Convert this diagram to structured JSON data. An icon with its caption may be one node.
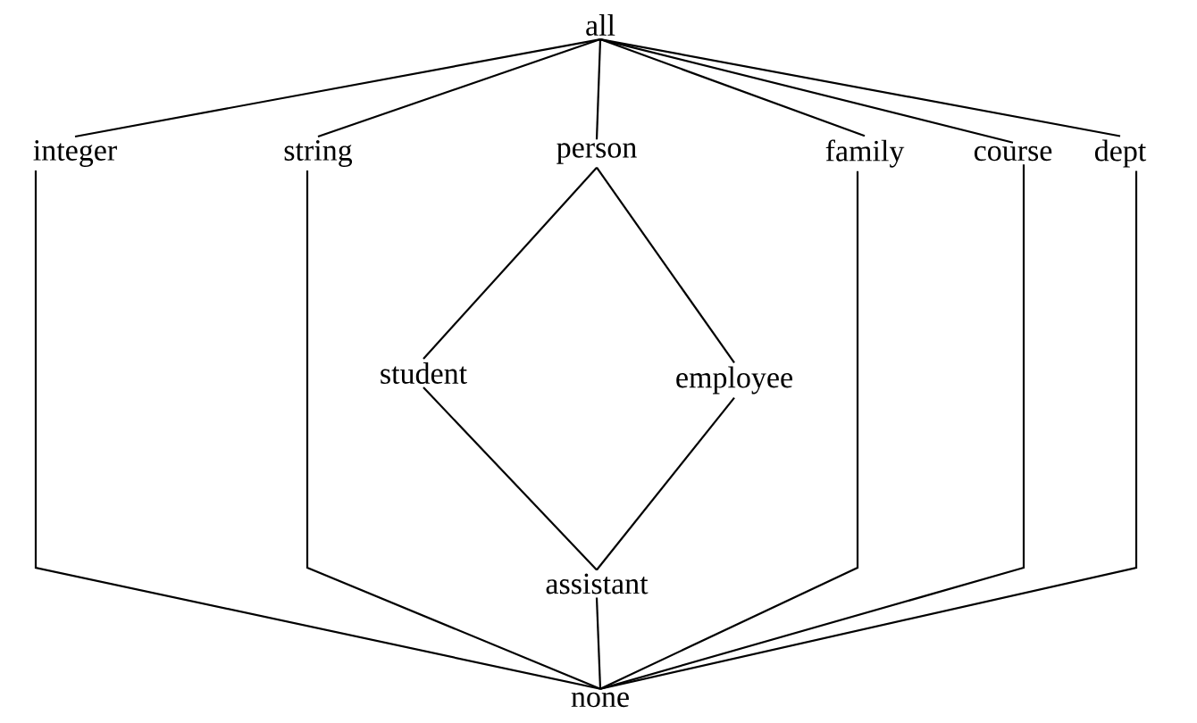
{
  "diagram": {
    "nodes": [
      {
        "text": [
          "all"
        ]
      },
      {
        "text": [
          "integer"
        ]
      },
      {
        "text": [
          "string"
        ]
      },
      {
        "text": [
          "person"
        ]
      },
      {
        "text": [
          "family"
        ]
      },
      {
        "text": [
          "course"
        ]
      },
      {
        "text": [
          "dept"
        ]
      },
      {
        "text": [
          "student"
        ]
      },
      {
        "text": [
          "employee"
        ]
      },
      {
        "text": [
          "assistant"
        ]
      },
      {
        "text": [
          "none"
        ]
      }
    ],
    "edges": [
      {
        "from": 0,
        "to": 1,
        "arrow": "none"
      },
      {
        "from": 0,
        "to": 2,
        "arrow": "none"
      },
      {
        "from": 0,
        "to": 3,
        "arrow": "none"
      },
      {
        "from": 0,
        "to": 4,
        "arrow": "none"
      },
      {
        "from": 0,
        "to": 5,
        "arrow": "none"
      },
      {
        "from": 0,
        "to": 6,
        "arrow": "none"
      },
      {
        "from": 3,
        "to": 7,
        "arrow": "none"
      },
      {
        "from": 3,
        "to": 8,
        "arrow": "none"
      },
      {
        "from": 7,
        "to": 9,
        "arrow": "none"
      },
      {
        "from": 8,
        "to": 9,
        "arrow": "none"
      },
      {
        "from": 1,
        "to": 10,
        "arrow": "none"
      },
      {
        "from": 2,
        "to": 10,
        "arrow": "none"
      },
      {
        "from": 9,
        "to": 10,
        "arrow": "none"
      },
      {
        "from": 4,
        "to": 10,
        "arrow": "none"
      },
      {
        "from": 5,
        "to": 10,
        "arrow": "none"
      },
      {
        "from": 6,
        "to": 10,
        "arrow": "none"
      }
    ]
  }
}
